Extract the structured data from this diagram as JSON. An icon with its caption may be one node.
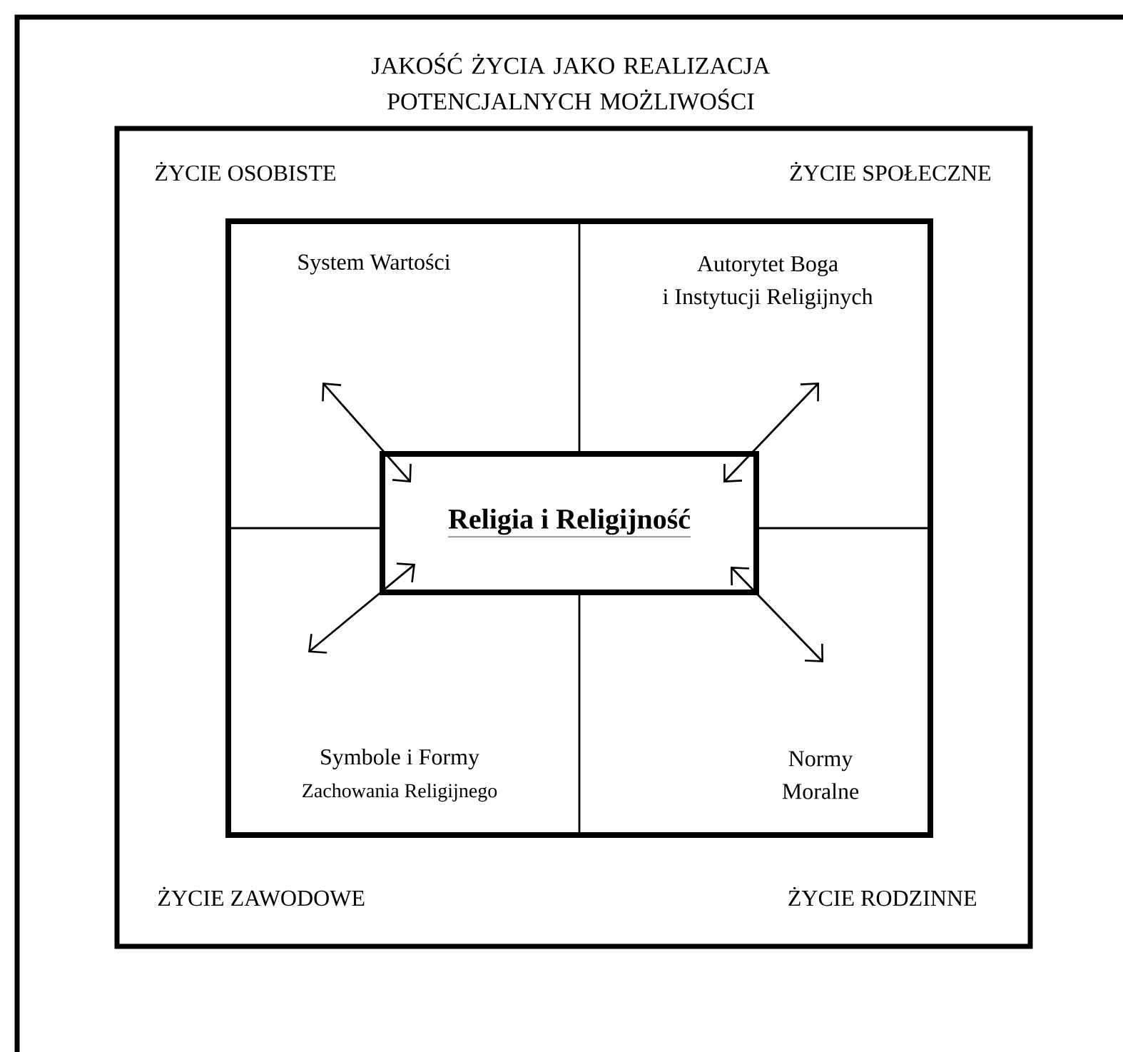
{
  "diagram": {
    "nodes": [
      {
        "text": [
          "JAKOŚĆ ŻYCIA JAKO REALIZACJA POTENCJALNYCH MOŻLIWOŚCI"
        ]
      },
      {
        "text": [
          "ŻYCIE OSOBISTE",
          "ŻYCIE SPOŁECZNE",
          "ŻYCIE ZAWODOWE",
          "ŻYCIE RODZINNE"
        ],
        "in": 0
      },
      {
        "text": [],
        "shape": "box",
        "in": 1
      },
      {
        "text": [
          "System Wartości"
        ],
        "in": 2
      },
      {
        "text": [
          "Autorytet Boga",
          "i Instytucji Religijnych"
        ],
        "in": 2
      },
      {
        "text": [
          "Symbole i Formy",
          "Zachowania Religijnego"
        ],
        "in": 2
      },
      {
        "text": [
          "Normy",
          "Moralne"
        ],
        "in": 2
      },
      {
        "text": [
          "Religia i Religijność"
        ],
        "in": 2
      }
    ],
    "edges": [
      {
        "from": 7,
        "to": null,
        "arrow": "both"
      },
      {
        "from": 7,
        "to": null,
        "arrow": "both"
      },
      {
        "from": 7,
        "to": null,
        "arrow": "both"
      },
      {
        "from": 7,
        "to": null,
        "arrow": "both"
      }
    ]
  }
}
